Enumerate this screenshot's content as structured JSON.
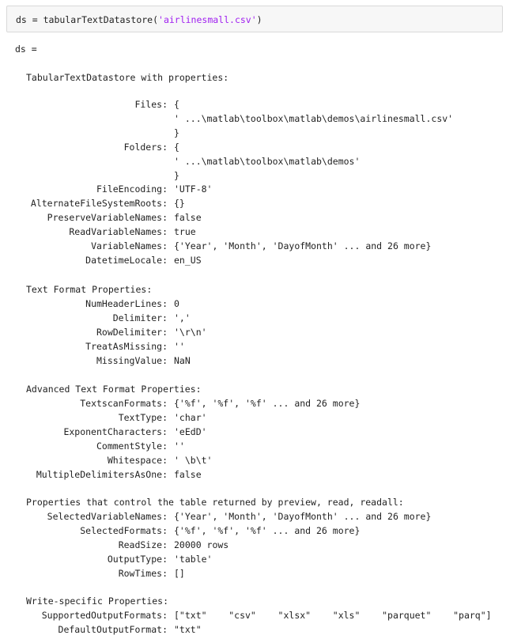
{
  "command": {
    "prefix": "ds = tabularTextDatastore(",
    "string_arg": "'airlinesmall.csv'",
    "suffix": ")"
  },
  "var_header": "ds =",
  "class_header": "TabularTextDatastore with properties:",
  "main_props": [
    {
      "key": "Files:",
      "val": "{"
    },
    {
      "key": "",
      "val": "' ...\\matlab\\toolbox\\matlab\\demos\\airlinesmall.csv'",
      "indent": true
    },
    {
      "key": "",
      "val": "}"
    },
    {
      "key": "Folders:",
      "val": "{"
    },
    {
      "key": "",
      "val": "' ...\\matlab\\toolbox\\matlab\\demos'",
      "indent": true
    },
    {
      "key": "",
      "val": "}"
    },
    {
      "key": "FileEncoding:",
      "val": "'UTF-8'"
    },
    {
      "key": "AlternateFileSystemRoots:",
      "val": "{}"
    },
    {
      "key": "PreserveVariableNames:",
      "val": "false"
    },
    {
      "key": "ReadVariableNames:",
      "val": "true"
    },
    {
      "key": "VariableNames:",
      "val": "{'Year', 'Month', 'DayofMonth' ... and 26 more}"
    },
    {
      "key": "DatetimeLocale:",
      "val": "en_US"
    }
  ],
  "text_format_header": "Text Format Properties:",
  "text_format_props": [
    {
      "key": "NumHeaderLines:",
      "val": "0"
    },
    {
      "key": "Delimiter:",
      "val": "','"
    },
    {
      "key": "RowDelimiter:",
      "val": "'\\r\\n'"
    },
    {
      "key": "TreatAsMissing:",
      "val": "''"
    },
    {
      "key": "MissingValue:",
      "val": "NaN"
    }
  ],
  "advanced_header": "Advanced Text Format Properties:",
  "advanced_props": [
    {
      "key": "TextscanFormats:",
      "val": "{'%f', '%f', '%f' ... and 26 more}"
    },
    {
      "key": "TextType:",
      "val": "'char'"
    },
    {
      "key": "ExponentCharacters:",
      "val": "'eEdD'"
    },
    {
      "key": "CommentStyle:",
      "val": "''"
    },
    {
      "key": "Whitespace:",
      "val": "' \\b\\t'"
    },
    {
      "key": "MultipleDelimitersAsOne:",
      "val": "false"
    }
  ],
  "table_header": "Properties that control the table returned by preview, read, readall:",
  "table_props": [
    {
      "key": "SelectedVariableNames:",
      "val": "{'Year', 'Month', 'DayofMonth' ... and 26 more}"
    },
    {
      "key": "SelectedFormats:",
      "val": "{'%f', '%f', '%f' ... and 26 more}"
    },
    {
      "key": "ReadSize:",
      "val": "20000 rows"
    },
    {
      "key": "OutputType:",
      "val": "'table'"
    },
    {
      "key": "RowTimes:",
      "val": "[]"
    }
  ],
  "write_header": "Write-specific Properties:",
  "write_props": [
    {
      "key": "SupportedOutputFormats:",
      "val": "[\"txt\"    \"csv\"    \"xlsx\"    \"xls\"    \"parquet\"    \"parq\"]"
    },
    {
      "key": "DefaultOutputFormat:",
      "val": "\"txt\""
    }
  ]
}
